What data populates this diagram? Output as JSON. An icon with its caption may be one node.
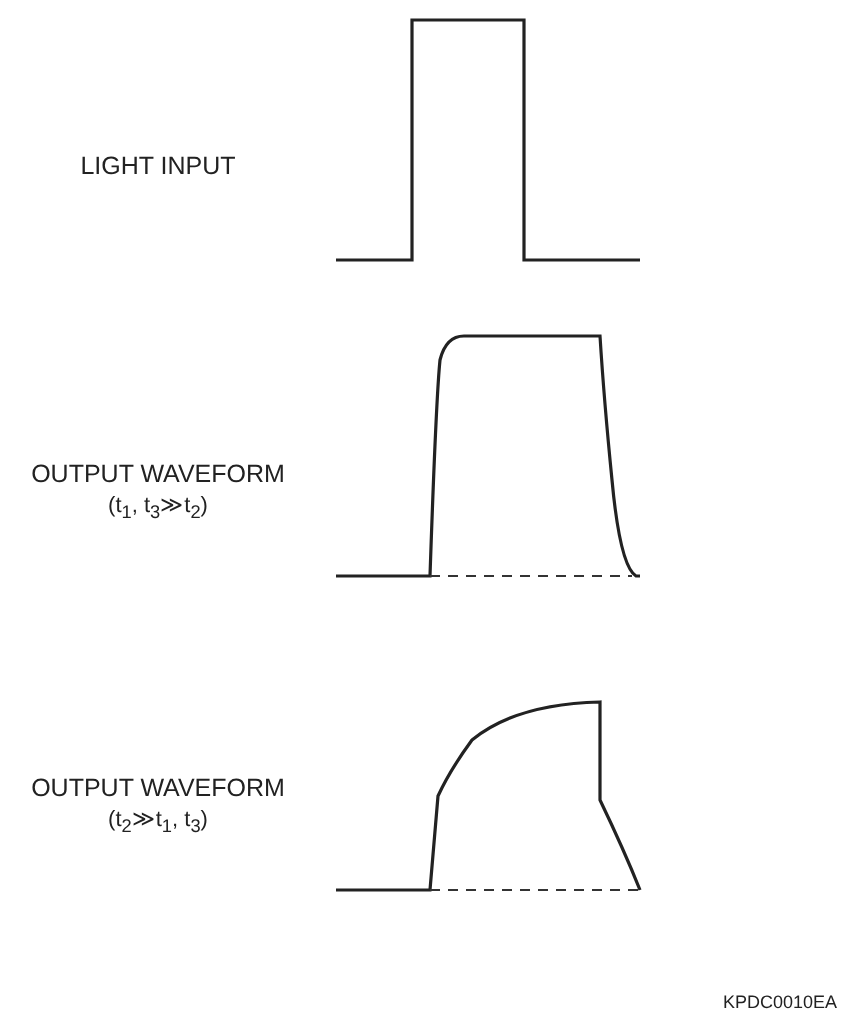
{
  "diagram": {
    "labels": [
      "LIGHT INPUT",
      "OUTPUT WAVEFORM",
      "(t$_{1}$, t$_{3}$≫t$_{2}$)",
      "OUTPUT WAVEFORM",
      "(t$_{2}$≫t$_{1}$, t$_{3}$)",
      "KPDC0010EA"
    ]
  }
}
